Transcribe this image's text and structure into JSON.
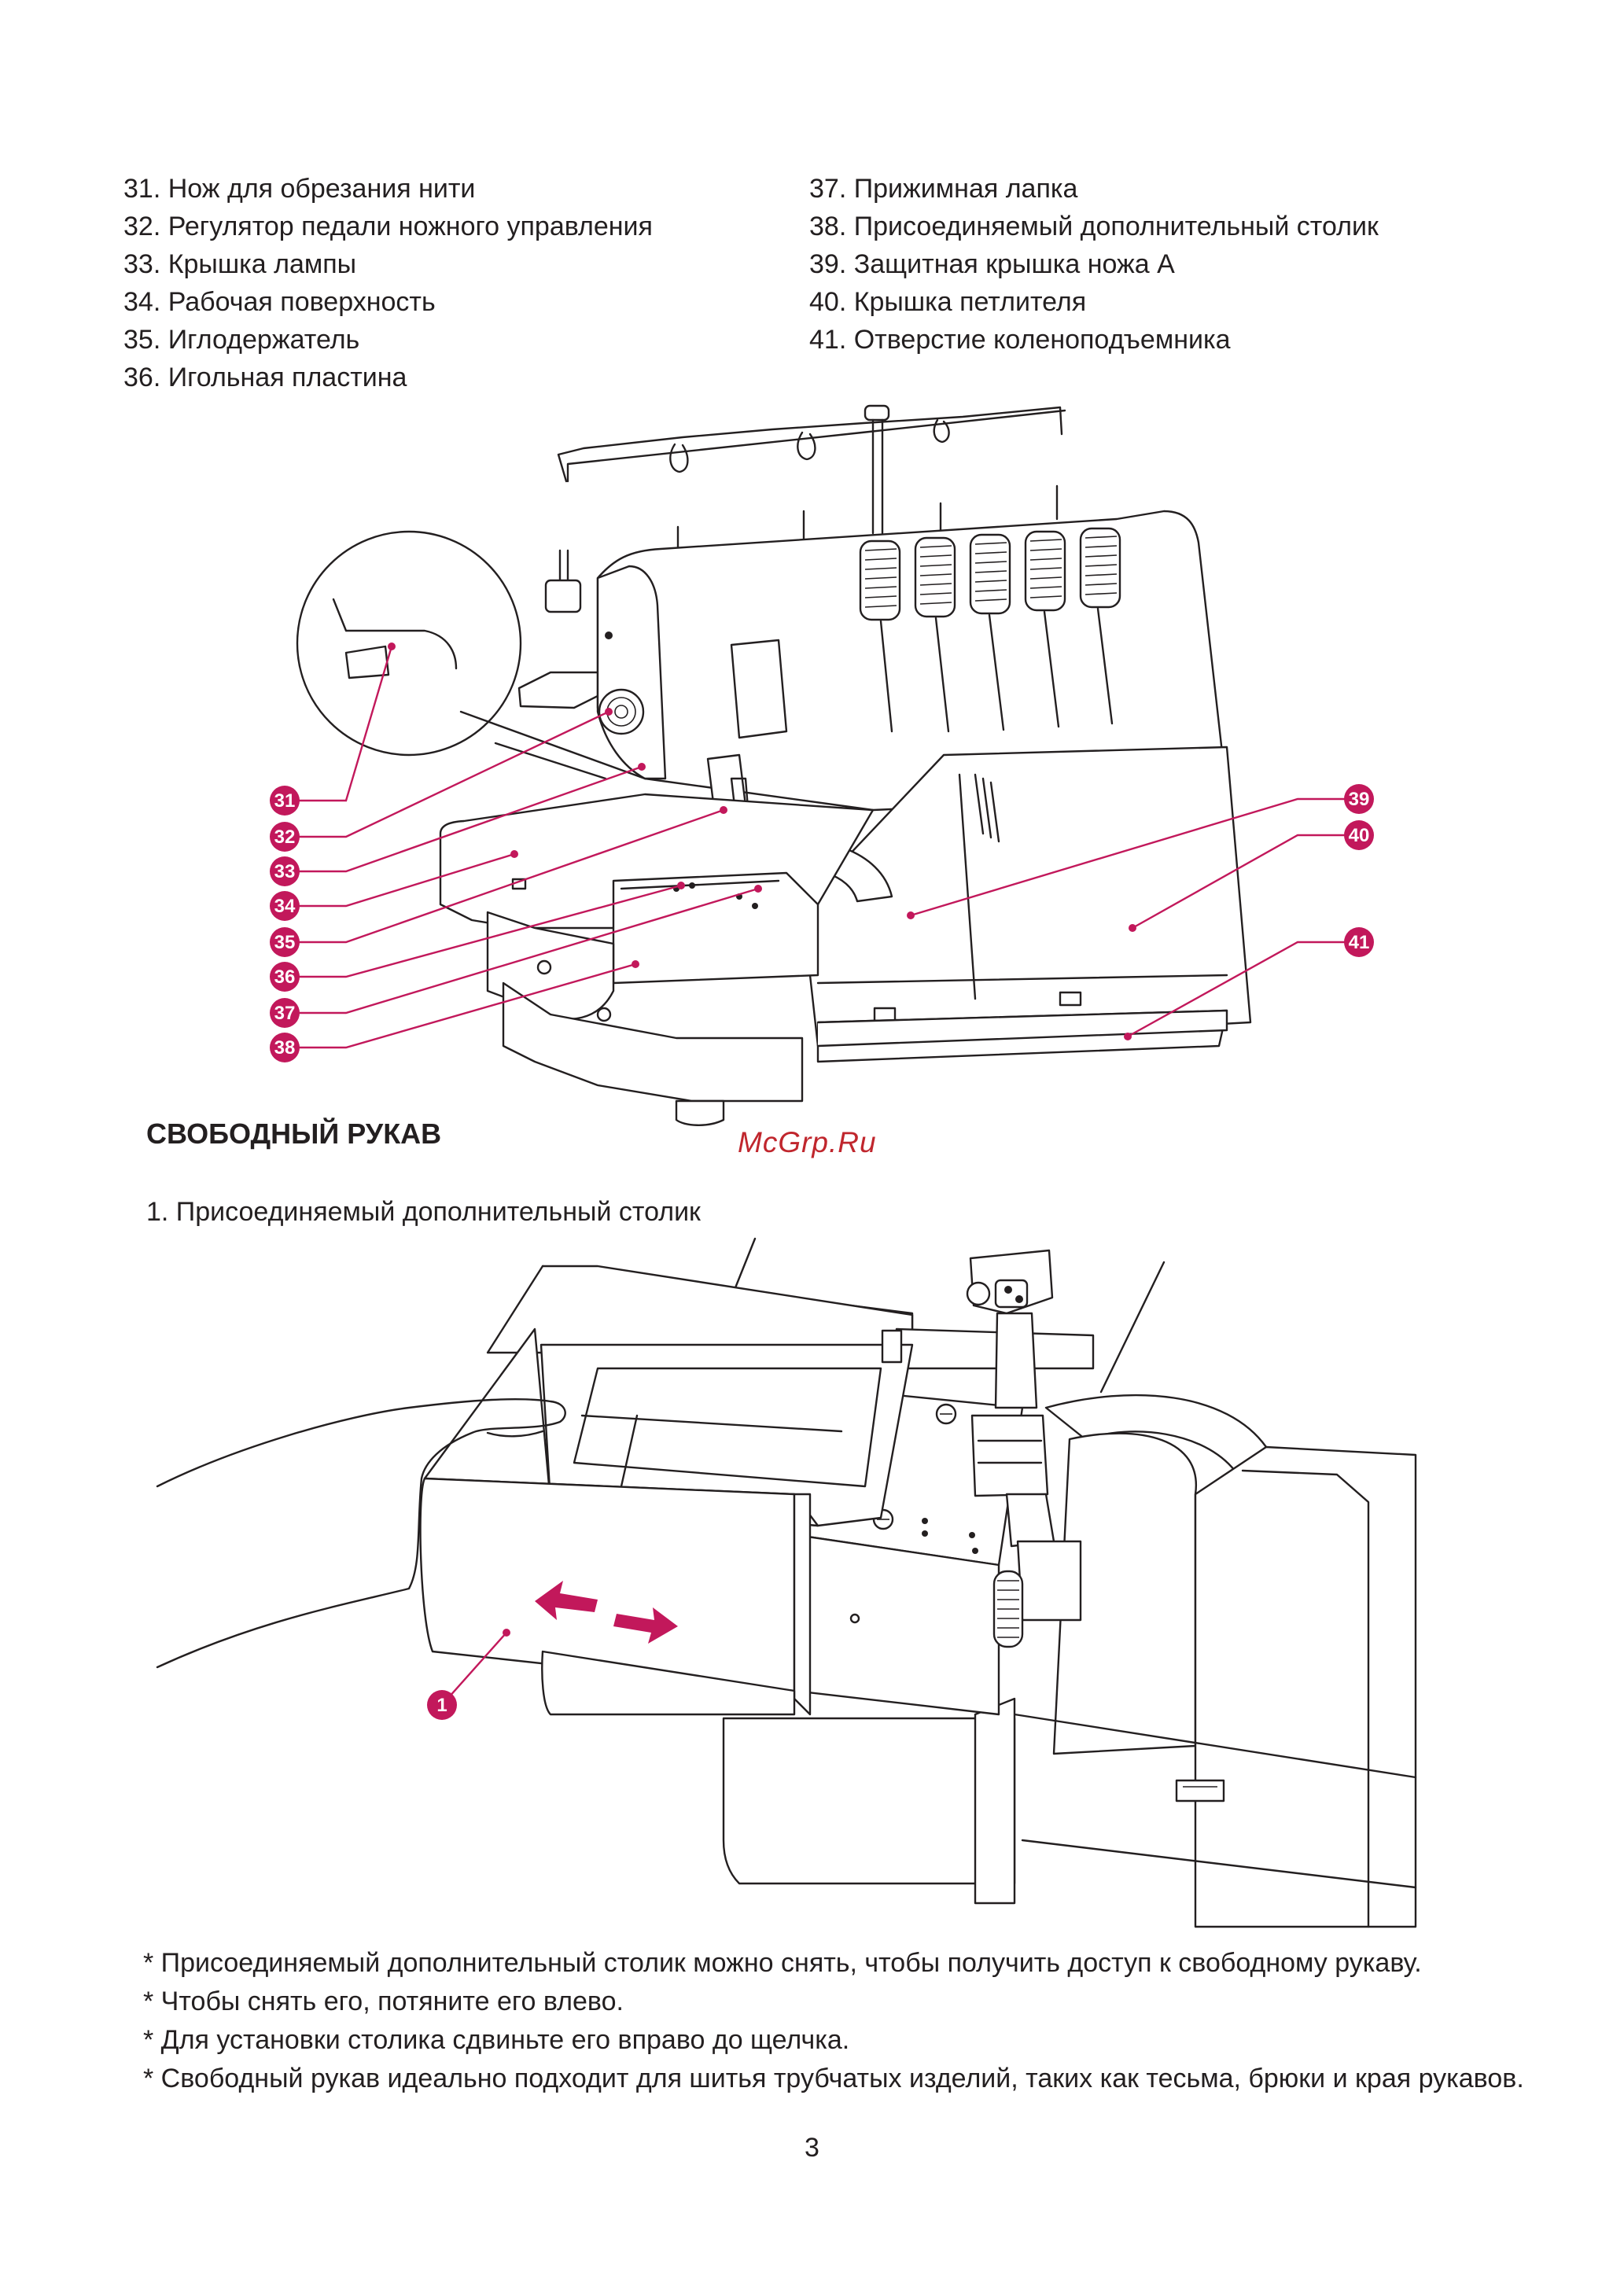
{
  "legend": {
    "left": [
      "31. Нож для обрезания нити",
      "32. Регулятор педали ножного управления",
      "33. Крышка лампы",
      "34. Рабочая поверхность",
      "35. Иглодержатель",
      "36. Игольная пластина"
    ],
    "right": [
      "37. Прижимная лапка",
      "38. Присоединяемый дополнительный столик",
      "39. Защитная крышка ножа А",
      "40. Крышка петлителя",
      "41. Отверстие коленоподъемника"
    ]
  },
  "figure1": {
    "callouts": [
      "31",
      "32",
      "33",
      "34",
      "35",
      "36",
      "37",
      "38",
      "39",
      "40",
      "41"
    ]
  },
  "section": {
    "heading": "СВОБОДНЫЙ РУКАВ"
  },
  "watermark": "McGrp.Ru",
  "figure2": {
    "caption": "1. Присоединяемый дополнительный столик",
    "callout": "1"
  },
  "notes": [
    "* Присоединяемый дополнительный столик можно снять, чтобы получить доступ к свободному рукаву.",
    "* Чтобы снять его, потяните его влево.",
    "* Для установки столика сдвиньте его вправо до щелчка.",
    "* Свободный рукав идеально подходит для шитья трубчатых изделий, таких как тесьма, брюки и края рукавов."
  ],
  "page_number": "3",
  "colors": {
    "accent": "#c2185b",
    "watermark": "#c0262d",
    "text": "#231f20"
  }
}
